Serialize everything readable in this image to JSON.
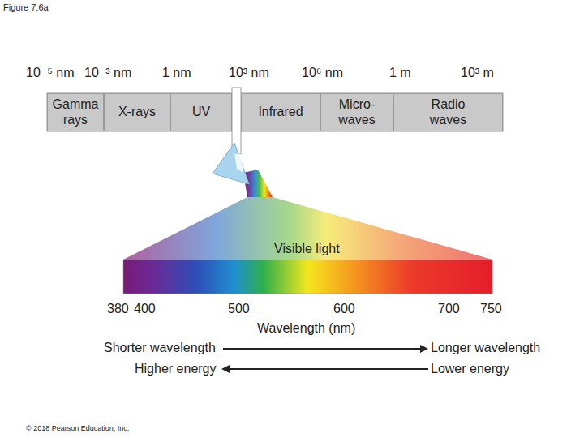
{
  "diagram": {
    "title": "Figure 7.6a",
    "nodes": [
      {
        "text": [
          "Gamma rays"
        ]
      },
      {
        "text": [
          "X-rays"
        ]
      },
      {
        "text": [
          "UV"
        ]
      },
      {
        "text": [
          "Infrared"
        ]
      },
      {
        "text": [
          "Micro- waves"
        ]
      },
      {
        "text": [
          "Radio waves"
        ]
      },
      {
        "text": [
          "Visible light"
        ]
      }
    ],
    "labels": [
      "10⁻⁵ nm",
      "10⁻³ nm",
      "1 nm",
      "10³ nm",
      "10⁶ nm",
      "1 m",
      "10³ m",
      "380",
      "400",
      "500",
      "600",
      "700",
      "750",
      "Wavelength (nm)",
      "Shorter wavelength",
      "Higher energy",
      "Longer wavelength",
      "Lower energy",
      "© 2018 Pearson Education, Inc."
    ]
  }
}
